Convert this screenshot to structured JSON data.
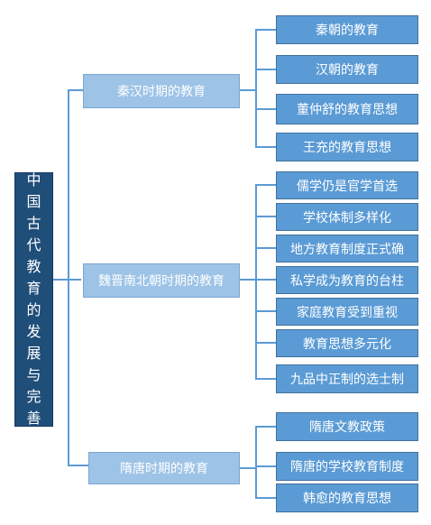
{
  "root": {
    "label": [
      "中",
      "国",
      "古",
      "代",
      "教",
      "育",
      "的",
      "发",
      "展",
      "与",
      "完",
      "善"
    ]
  },
  "branches": [
    {
      "label": "秦汉时期的教育",
      "children": [
        "秦朝的教育",
        "汉朝的教育",
        "董仲舒的教育思想",
        "王充的教育思想"
      ]
    },
    {
      "label": "魏晋南北朝时期的教育",
      "children": [
        "儒学仍是官学首选",
        "学校体制多样化",
        "地方教育制度正式确",
        "私学成为教育的台柱",
        "家庭教育受到重视",
        "教育思想多元化",
        "九品中正制的选士制"
      ]
    },
    {
      "label": "隋唐时期的教育",
      "children": [
        "隋唐文教政策",
        "隋唐的学校教育制度",
        "韩愈的教育思想"
      ]
    }
  ],
  "colors": {
    "root": "#1f4e79",
    "branch": "#9dc3e6",
    "leaf": "#5b9bd5",
    "connector": "#5b9bd5"
  }
}
